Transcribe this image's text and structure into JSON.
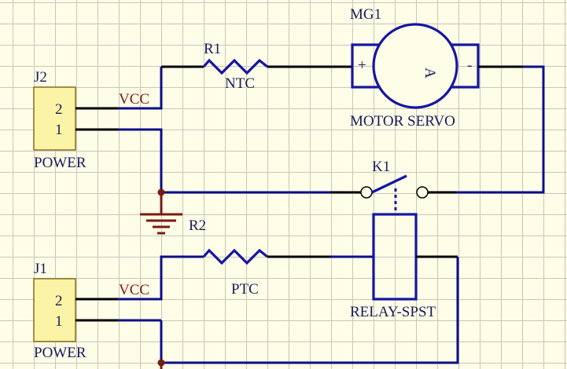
{
  "schematic": {
    "components": {
      "j2": {
        "ref": "J2",
        "value": "POWER",
        "pin2": "2",
        "pin1": "1"
      },
      "j1": {
        "ref": "J1",
        "value": "POWER",
        "pin2": "2",
        "pin1": "1"
      },
      "r1": {
        "ref": "R1",
        "value": "NTC"
      },
      "r2": {
        "ref": "R2",
        "value": "PTC"
      },
      "mg1": {
        "ref": "MG1",
        "value": "MOTOR SERVO",
        "plus": "+",
        "minus": "-",
        "center": "A"
      },
      "k1": {
        "ref": "K1",
        "value": "RELAY-SPST"
      }
    },
    "net_labels": {
      "vcc_top": "VCC",
      "vcc_bottom": "VCC"
    },
    "colors": {
      "background": "#fdfde8",
      "grid": "#c9c7b8",
      "wire": "#0d0d8a",
      "component": "#1515a3",
      "connector_fill": "#fbf3a6",
      "net_label": "#7a1a12"
    }
  }
}
